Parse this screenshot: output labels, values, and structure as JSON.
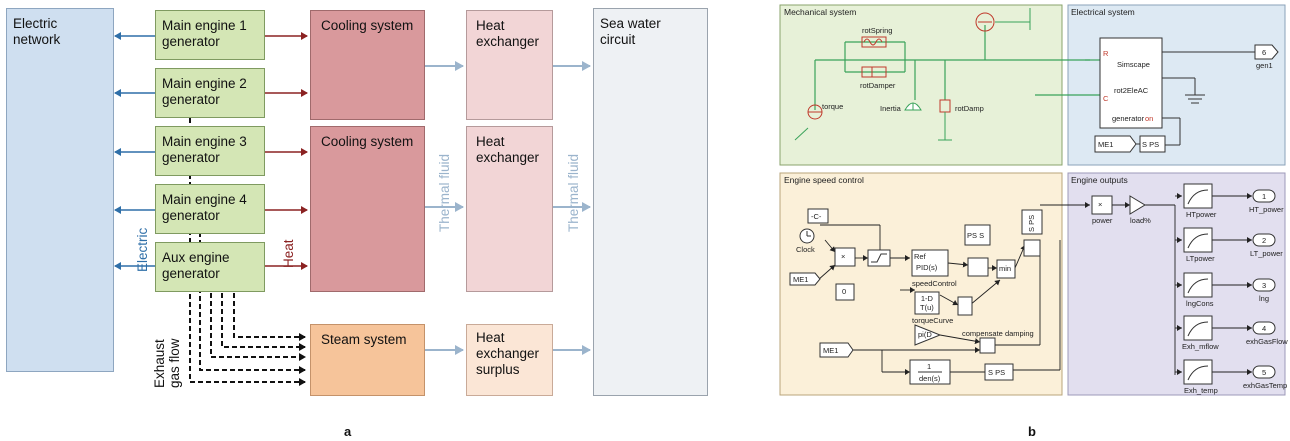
{
  "panel_a": {
    "caption": "a",
    "electric_network": "Electric\nnetwork",
    "generators": [
      "Main engine 1\ngenerator",
      "Main engine 2\ngenerator",
      "Main engine 3\ngenerator",
      "Main engine 4\ngenerator",
      "Aux engine\ngenerator"
    ],
    "cooling_top": "Cooling system",
    "cooling_bottom": "Cooling system",
    "hx_top": "Heat\nexchanger",
    "hx_bottom": "Heat\nexchanger",
    "sea_water": "Sea water\ncircuit",
    "steam": "Steam system",
    "hx_surplus": "Heat\nexchanger\nsurplus",
    "label_electric": "Electric",
    "label_heat": "Heat",
    "label_thermal_1": "Thermal fluid",
    "label_thermal_2": "Thermal fluid",
    "label_exhaust": "Exhaust\ngas flow",
    "colors": {
      "electric": "#2f6fa8",
      "heat": "#8b2222",
      "thermal": "#9bb4cc",
      "exhaust": "#111111"
    }
  },
  "panel_b": {
    "caption": "b",
    "mechanical": {
      "title": "Mechanical system",
      "rotSpring": "rotSpring",
      "rotDamper": "rotDamper",
      "torque": "torque",
      "inertia": "Inertia",
      "rotDamp": "rotDamp"
    },
    "electrical": {
      "title": "Electrical system",
      "simscape": "Simscape",
      "rot2EleAC": "rot2EleAC",
      "generator": "generator",
      "port_R": "R",
      "port_C": "C",
      "port_on": "on",
      "gen_num": "6",
      "gen_label": "gen1",
      "me1": "ME1",
      "sps": "S PS"
    },
    "speed": {
      "title": "Engine speed control",
      "const_c": "-C-",
      "clock": "Clock",
      "me1_a": "ME1",
      "const_0": "0",
      "ref": "Ref",
      "pid": "PID(s)",
      "speedControl": "speedControl",
      "lookup": "1-D\nT(u)",
      "torqueCurve": "torqueCurve",
      "min": "min",
      "ps_s": "PS S",
      "s_ps": "S PS",
      "pi_d": "pi(D",
      "compensate": "compensate damping",
      "me1_b": "ME1",
      "tf_num": "1",
      "tf_den": "den(s)",
      "s_ps2": "S PS",
      "times": "×"
    },
    "outputs": {
      "title": "Engine outputs",
      "power": "power",
      "load": "load%",
      "blocks": [
        "HTpower",
        "LTpower",
        "lngCons",
        "Exh_mflow",
        "Exh_temp"
      ],
      "port_nums": [
        "1",
        "2",
        "3",
        "4",
        "5"
      ],
      "port_labels": [
        "HT_power",
        "LT_power",
        "lng",
        "exhGasFlow",
        "exhGasTemp"
      ]
    }
  }
}
